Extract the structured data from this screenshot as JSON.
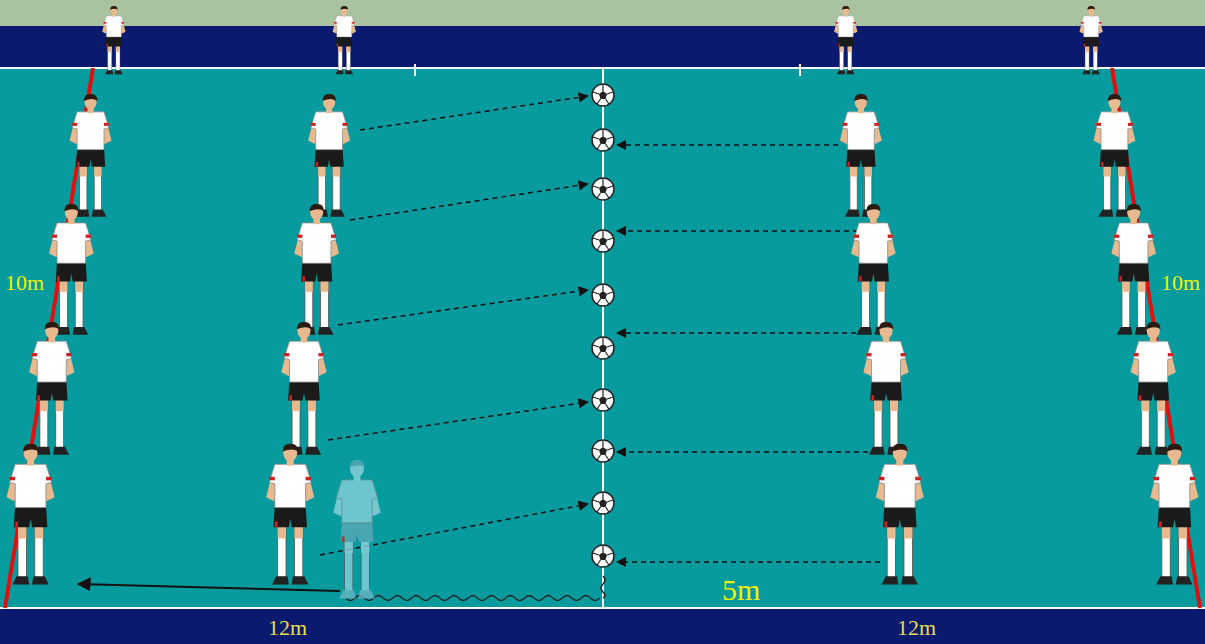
{
  "diagram": {
    "labels": [
      "10m",
      "10m",
      "5m",
      "12m",
      "12m"
    ]
  }
}
